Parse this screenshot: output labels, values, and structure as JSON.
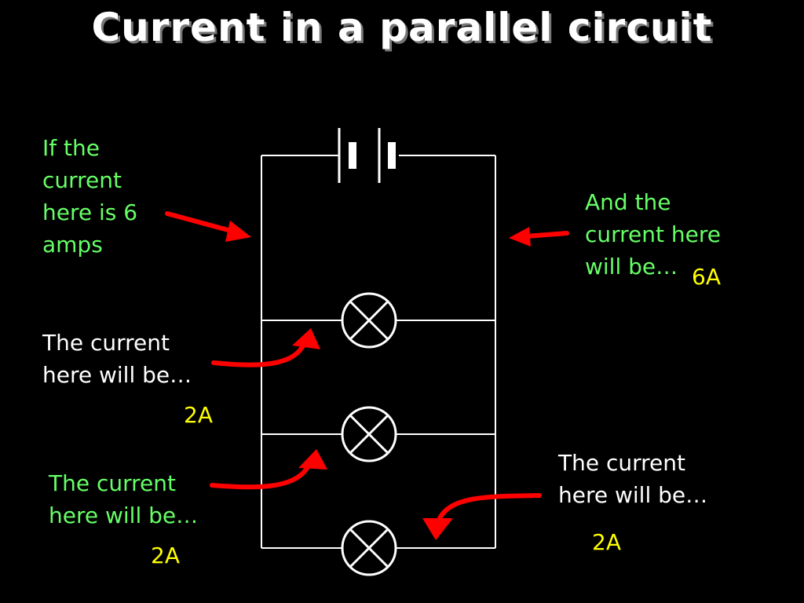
{
  "title": "Current in a parallel circuit",
  "colors": {
    "background": "#000000",
    "title": "#ffffff",
    "label_green": "#66ff66",
    "label_white": "#ffffff",
    "answer": "#ffff00",
    "arrow": "#ff0000",
    "wire": "#ffffff"
  },
  "labels": {
    "supply_in": [
      "If the",
      "current",
      "here is 6",
      "amps"
    ],
    "supply_out": [
      "And the",
      "current here",
      "will be…"
    ],
    "branch_1": [
      "The current",
      "here will be…"
    ],
    "branch_2": [
      "The current",
      "here will be…"
    ],
    "branch_3": [
      "The current",
      "here will be…"
    ]
  },
  "answers": {
    "supply_out": "6A",
    "branch_1": "2A",
    "branch_2": "2A",
    "branch_3": "2A"
  },
  "components": {
    "cell": "battery-cell",
    "lamps": [
      "lamp-1",
      "lamp-2",
      "lamp-3"
    ]
  }
}
